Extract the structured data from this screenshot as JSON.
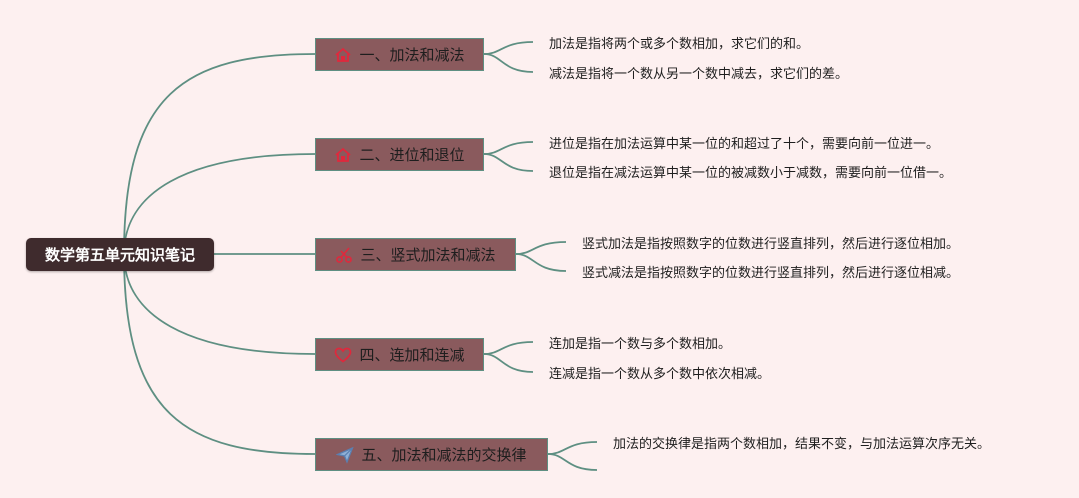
{
  "root": {
    "title": "数学第五单元知识笔记"
  },
  "branches": [
    {
      "label": "一、加法和减法",
      "icon": "house-icon",
      "leaves": [
        "加法是指将两个或多个数相加，求它们的和。",
        "减法是指将一个数从另一个数中减去，求它们的差。"
      ]
    },
    {
      "label": "二、进位和退位",
      "icon": "house-icon",
      "leaves": [
        "进位是指在加法运算中某一位的和超过了十个，需要向前一位进一。",
        "退位是指在减法运算中某一位的被减数小于减数，需要向前一位借一。"
      ]
    },
    {
      "label": "三、竖式加法和减法",
      "icon": "scissors-icon",
      "leaves": [
        "竖式加法是指按照数字的位数进行竖直排列，然后进行逐位相加。",
        "竖式减法是指按照数字的位数进行竖直排列，然后进行逐位相减。"
      ]
    },
    {
      "label": "四、连加和连减",
      "icon": "heart-icon",
      "leaves": [
        "连加是指一个数与多个数相加。",
        "连减是指一个数从多个数中依次相减。"
      ]
    },
    {
      "label": "五、加法和减法的交换律",
      "icon": "paper-plane-icon",
      "leaves": [
        "加法的交换律是指两个数相加，结果不变，与加法运算次序无关。",
        ""
      ]
    }
  ],
  "colors": {
    "background": "#fdf0f0",
    "root_fill": "#3f2b2d",
    "branch_fill": "#8a5a5d",
    "connector": "#5e8f82",
    "icon_red": "#e0283c",
    "icon_blue": "#5b7fb0"
  }
}
